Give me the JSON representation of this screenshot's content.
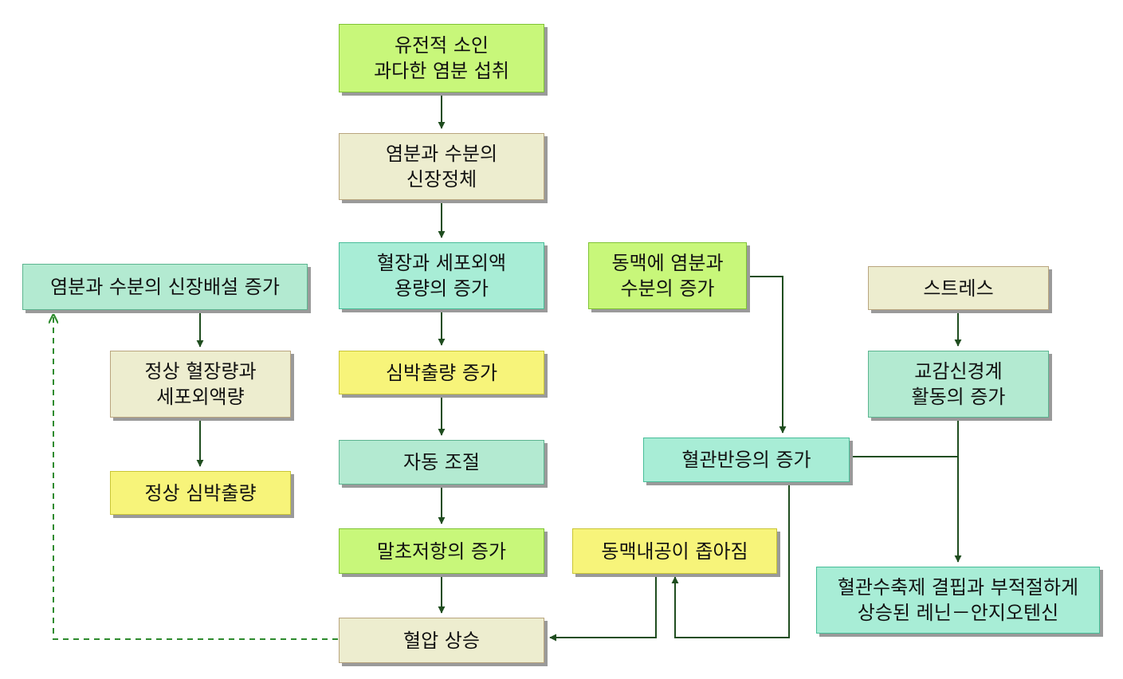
{
  "colors": {
    "lime": "#c8f77a",
    "beige": "#ededcf",
    "mint": "#a8edd6",
    "sage": "#b3ead1",
    "yellow": "#f7f47a",
    "arrow": "#1f4d1f",
    "dashed_arrow": "#2e8b2e"
  },
  "nodes": {
    "genetic_salt": "유전적 소인\n과다한 염분 섭취",
    "renal_retention": "염분과 수분의\n신장정체",
    "volume_increase": "혈장과 세포외액\n용량의 증가",
    "cardiac_output": "심박출량 증가",
    "autoregulation": "자동 조절",
    "peripheral_resistance": "말초저항의 증가",
    "bp_rise": "혈압 상승",
    "renal_excretion": "염분과 수분의 신장배설 증가",
    "normal_volume": "정상 혈장량과\n세포외액량",
    "normal_output": "정상 심박출량",
    "arterial_salt": "동맥에 염분과\n수분의 증가",
    "vascular_response": "혈관반응의 증가",
    "lumen_narrowing": "동맥내공이 좁아짐",
    "stress": "스트레스",
    "sympathetic": "교감신경계\n활동의 증가",
    "vasoconstrictor": "혈관수축제 결핍과 부적절하게\n상승된 레닌－안지오텐신"
  }
}
